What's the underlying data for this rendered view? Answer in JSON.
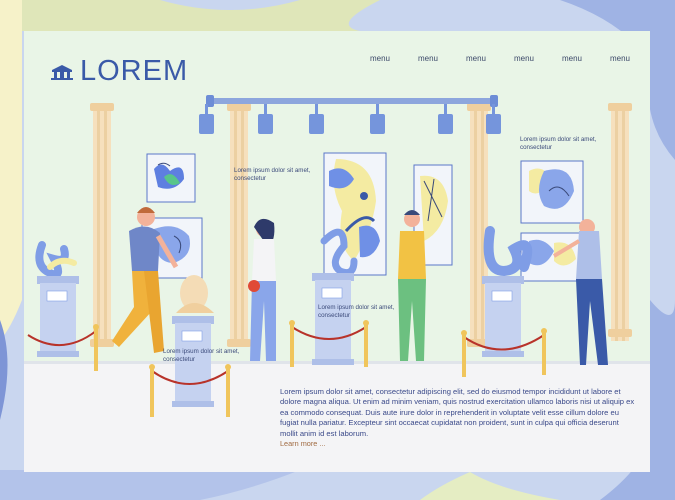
{
  "brand": {
    "name": "LOREM",
    "icon": "museum-building-icon"
  },
  "nav": {
    "items": [
      "menu",
      "menu",
      "menu",
      "menu",
      "menu",
      "menu"
    ]
  },
  "captions": [
    "Lorem ipsum dolor sit amet, consectetur",
    "Lorem ipsum dolor sit amet, consectetur",
    "Lorem ipsum dolor sit amet, consectetur",
    "Lorem ipsum dolor sit amet, consectetur"
  ],
  "body": {
    "text": "Lorem ipsum dolor sit amet, consectetur adipiscing elit, sed do eiusmod tempor incididunt ut labore et dolore magna aliqua. Ut enim ad minim veniam, quis nostrud exercitation ullamco laboris nisi ut aliquip ex ea commodo consequat. Duis aute irure dolor in reprehenderit in voluptate velit esse cillum dolore eu fugiat nulla pariatur. Excepteur sint occaecat cupidatat non proident, sunt in culpa qui officia deserunt mollit anim id est laborum.",
    "learn_more": "Learn more ..."
  },
  "colors": {
    "page_bg": "#e9f5e7",
    "outer_bg": "#c9d6ef",
    "accent_blue": "#3a5aa8",
    "link": "#a06a40",
    "rope": "#b8332a"
  }
}
